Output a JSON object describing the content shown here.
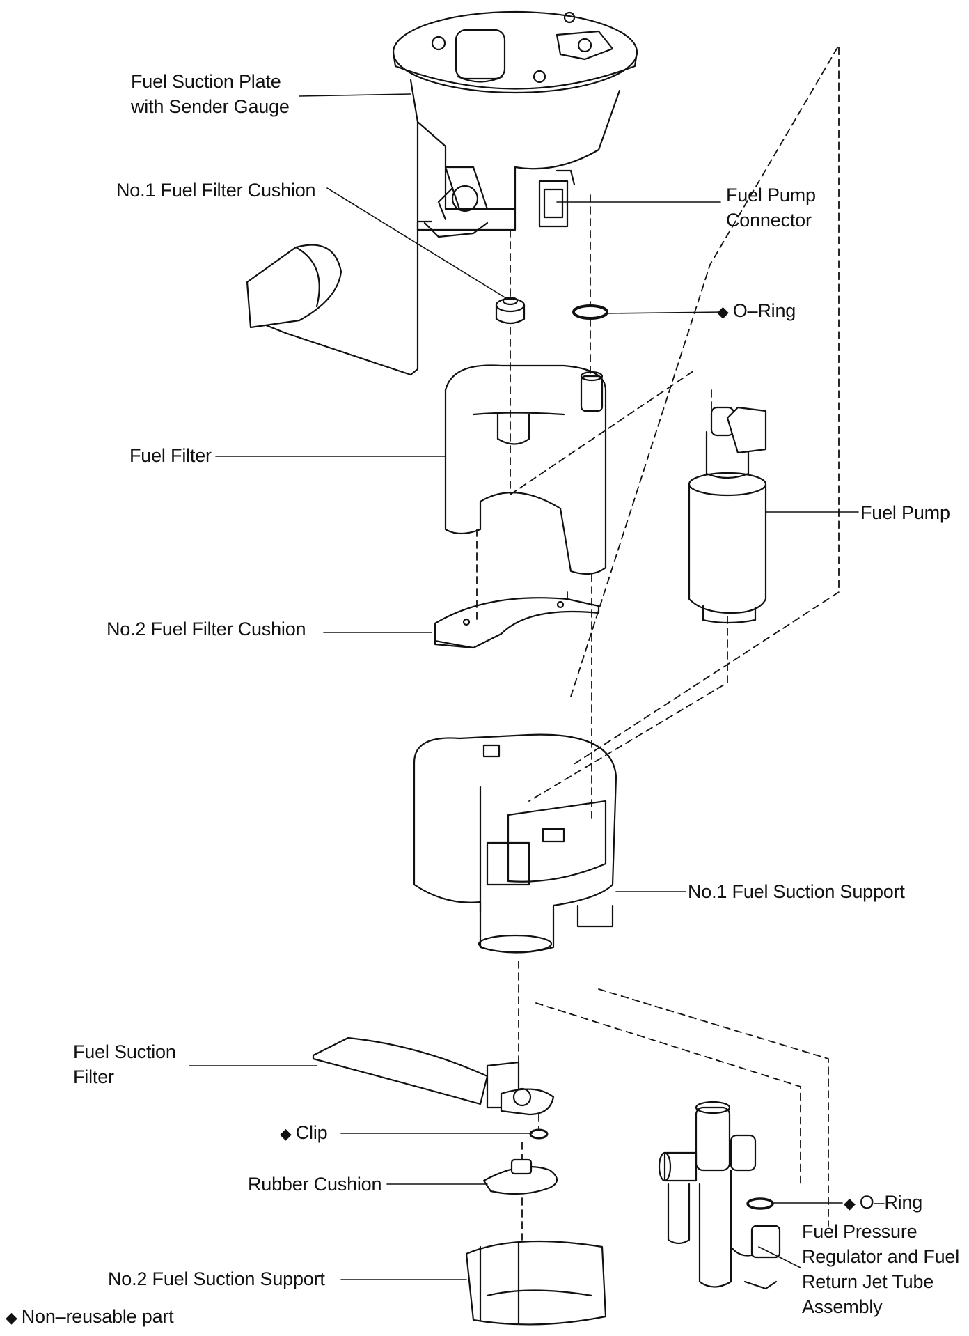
{
  "labels": {
    "fuel_suction_plate_1": "Fuel Suction Plate",
    "fuel_suction_plate_2": "with Sender Gauge",
    "no1_fuel_filter_cushion": "No.1 Fuel Filter Cushion",
    "fuel_pump_connector_1": "Fuel Pump",
    "fuel_pump_connector_2": "Connector",
    "o_ring_top": "O–Ring",
    "fuel_filter": "Fuel Filter",
    "fuel_pump": "Fuel Pump",
    "no2_fuel_filter_cushion": "No.2 Fuel Filter Cushion",
    "no1_fuel_suction_support": "No.1 Fuel Suction Support",
    "fuel_suction_filter_1": "Fuel Suction",
    "fuel_suction_filter_2": "Filter",
    "clip": "Clip",
    "rubber_cushion": "Rubber Cushion",
    "o_ring_bottom": "O–Ring",
    "regulator_1": "Fuel Pressure",
    "regulator_2": "Regulator and Fuel",
    "regulator_3": "Return Jet Tube",
    "regulator_4": "Assembly",
    "no2_fuel_suction_support": "No.2 Fuel Suction Support",
    "legend": "Non–reusable part"
  },
  "symbols": {
    "non_reusable_marker": "◆"
  }
}
